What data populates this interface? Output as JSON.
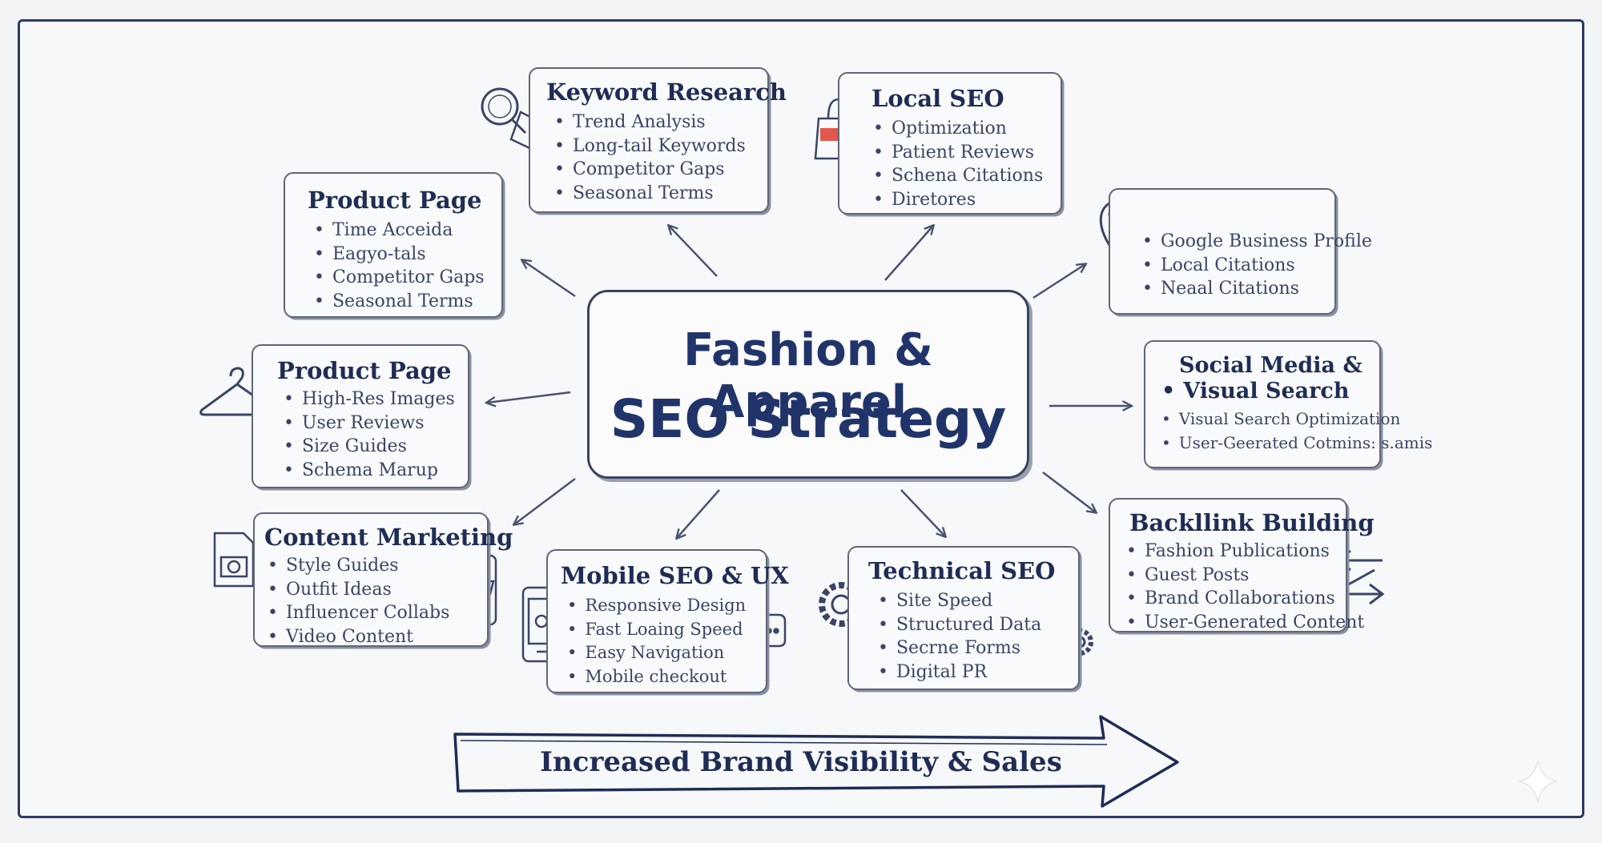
{
  "center": {
    "line1": "Fashion & Apparel",
    "line2": "SEO Strategy"
  },
  "nodes": {
    "keyword_research": {
      "title": "Keyword Research",
      "items": [
        "Trend Analysis",
        "Long-tail Keywords",
        "Competitor Gaps",
        "Seasonal Terms"
      ]
    },
    "local_seo": {
      "title": "Local SEO",
      "items": [
        "Optimization",
        "Patient Reviews",
        "Schena Citations",
        "Diretores"
      ]
    },
    "product_page_top": {
      "title": "Product Page",
      "items": [
        "Time Acceida",
        "Eagyo-tals",
        "Competitor Gaps",
        "Seasonal Terms"
      ]
    },
    "google_business": {
      "items": [
        "Google Business Profile",
        "Local Citations",
        "Neaal Citations"
      ]
    },
    "product_page_mid": {
      "title": "Product Page",
      "items": [
        "High-Res Images",
        "User Reviews",
        "Size Guides",
        "Schema Marup"
      ]
    },
    "social_media": {
      "title_line1": "Social Media &",
      "title_line2": "Visual Search",
      "items": [
        "Visual Search Optimization",
        "User-Geerated Cotmins: s.amis"
      ]
    },
    "content_marketing": {
      "title": "Content Marketing",
      "items": [
        "Style Guides",
        "Outfit Ideas",
        "Influencer Collabs",
        "Video Content"
      ]
    },
    "mobile_seo": {
      "title": "Mobile SEO & UX",
      "items": [
        "Responsive Design",
        "Fast Loaing Speed",
        "Easy Navigation",
        "Mobile checkout"
      ]
    },
    "technical_seo": {
      "title": "Technical SEO",
      "items": [
        "Site Speed",
        "Structured Data",
        "Secrne Forms",
        "Digital PR"
      ]
    },
    "backlink_building": {
      "title": "Backllink Building",
      "items": [
        "Fashion Publications",
        "Guest Posts",
        "Brand Collaborations",
        "User-Generated Content"
      ]
    }
  },
  "outcome": {
    "label": "Increased Brand Visibility & Sales"
  },
  "icons": [
    "magnifier-tag-icon",
    "shopping-bag-icon",
    "location-pin-icon",
    "pinterest-icon",
    "hanger-icon",
    "image-document-icon",
    "phone-cart-icon",
    "phone-icon",
    "chat-bubble-icon",
    "gears-icon",
    "exchange-arrows-icon",
    "sparkle-icon"
  ],
  "colors": {
    "ink": "#1f2d55",
    "accent": "#e2574c",
    "line": "#5f6678"
  }
}
